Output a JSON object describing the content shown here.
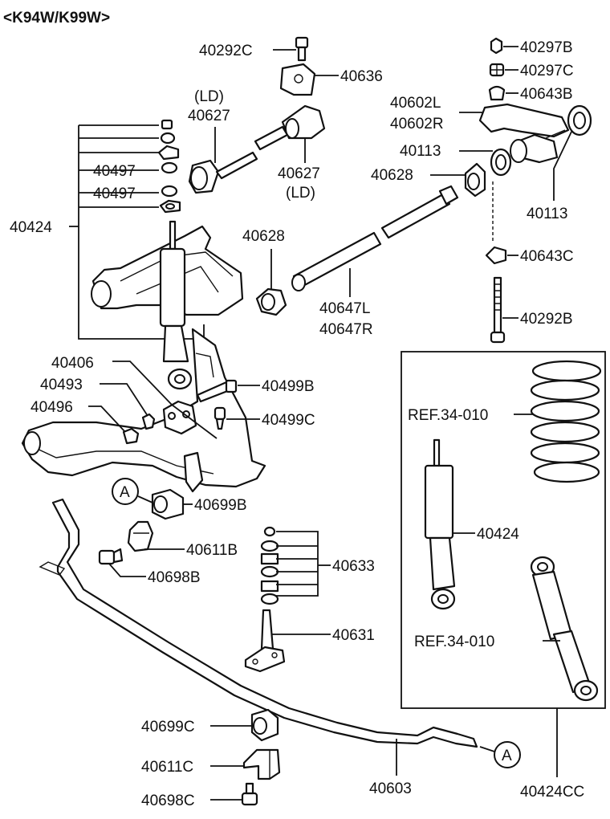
{
  "header": "<K94W/K99W>",
  "labels": {
    "p40292C": "40292C",
    "p40636": "40636",
    "p40297B": "40297B",
    "p40297C": "40297C",
    "p40643B": "40643B",
    "ld1": "(LD)",
    "p40627a": "40627",
    "p40602L": "40602L",
    "p40602R": "40602R",
    "p40113a": "40113",
    "p40628a": "40628",
    "p40113b": "40113",
    "p40497a": "40497",
    "p40497b": "40497",
    "p40627b": "40627",
    "ld2": "(LD)",
    "p40424a": "40424",
    "p40628b": "40628",
    "p40643C": "40643C",
    "p40647L": "40647L",
    "p40647R": "40647R",
    "p40292B": "40292B",
    "p40406": "40406",
    "p40499B": "40499B",
    "p40493": "40493",
    "ref1": "REF.34-010",
    "p40496": "40496",
    "p40499C": "40499C",
    "circA1": "A",
    "p40699B": "40699B",
    "p40424b": "40424",
    "p40611B": "40611B",
    "p40633": "40633",
    "p40698B": "40698B",
    "p40631": "40631",
    "ref2": "REF.34-010",
    "p40699C": "40699C",
    "p40611C": "40611C",
    "circA2": "A",
    "p40603": "40603",
    "p40698C": "40698C",
    "p40424CC": "40424CC"
  }
}
